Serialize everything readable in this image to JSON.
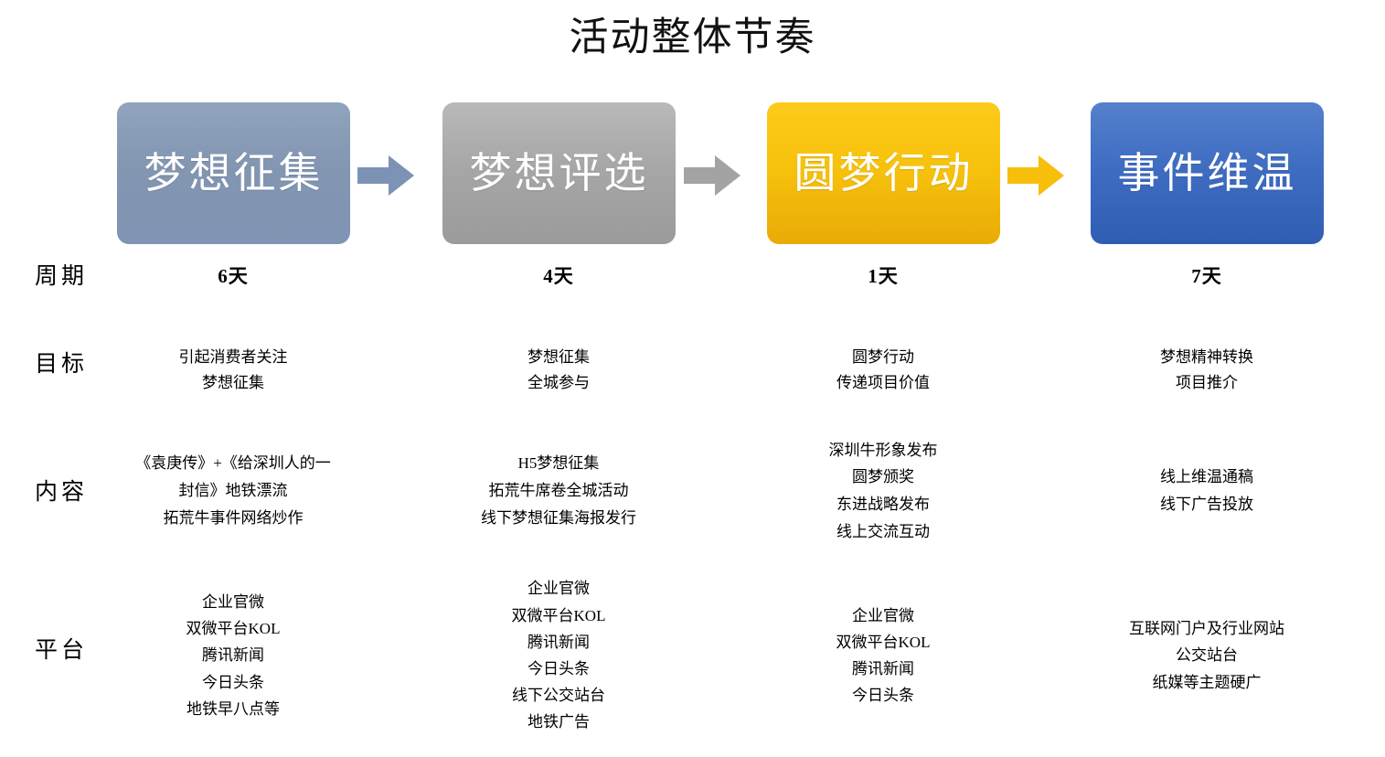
{
  "title": "活动整体节奏",
  "stages": [
    {
      "label": "梦想征集",
      "color": "#8295b1"
    },
    {
      "label": "梦想评选",
      "color": "#a6a6a6"
    },
    {
      "label": "圆梦行动",
      "color": "#f7c20d"
    },
    {
      "label": "事件维温",
      "color": "#3f6dc2"
    }
  ],
  "arrows": [
    {
      "name": "arrow-1",
      "color": "#7d93b5"
    },
    {
      "name": "arrow-2",
      "color": "#a3a3a3"
    },
    {
      "name": "arrow-3",
      "color": "#f7bf0c"
    }
  ],
  "rows": {
    "cycle": {
      "label": "周期"
    },
    "goal": {
      "label": "目标"
    },
    "content": {
      "label": "内容"
    },
    "platform": {
      "label": "平台"
    }
  },
  "columns": [
    {
      "cycle": "6天",
      "goal": [
        "引起消费者关注",
        "梦想征集"
      ],
      "content": [
        "《袁庚传》+《给深圳人的一",
        "封信》地铁漂流",
        "拓荒牛事件网络炒作"
      ],
      "platform": [
        "企业官微",
        "双微平台KOL",
        "腾讯新闻",
        "今日头条",
        "地铁早八点等"
      ]
    },
    {
      "cycle": "4天",
      "goal": [
        "梦想征集",
        "全城参与"
      ],
      "content": [
        "H5梦想征集",
        "拓荒牛席卷全城活动",
        "线下梦想征集海报发行"
      ],
      "platform": [
        "企业官微",
        "双微平台KOL",
        "腾讯新闻",
        "今日头条",
        "线下公交站台",
        "地铁广告"
      ]
    },
    {
      "cycle": "1天",
      "goal": [
        "圆梦行动",
        "传递项目价值"
      ],
      "content": [
        "深圳牛形象发布",
        "圆梦颁奖",
        "东进战略发布",
        "线上交流互动"
      ],
      "platform": [
        "企业官微",
        "双微平台KOL",
        "腾讯新闻",
        "今日头条"
      ]
    },
    {
      "cycle": "7天",
      "goal": [
        "梦想精神转换",
        "项目推介"
      ],
      "content": [
        "线上维温通稿",
        "线下广告投放"
      ],
      "platform": [
        "互联网门户及行业网站",
        "公交站台",
        "纸媒等主题硬广"
      ]
    }
  ]
}
